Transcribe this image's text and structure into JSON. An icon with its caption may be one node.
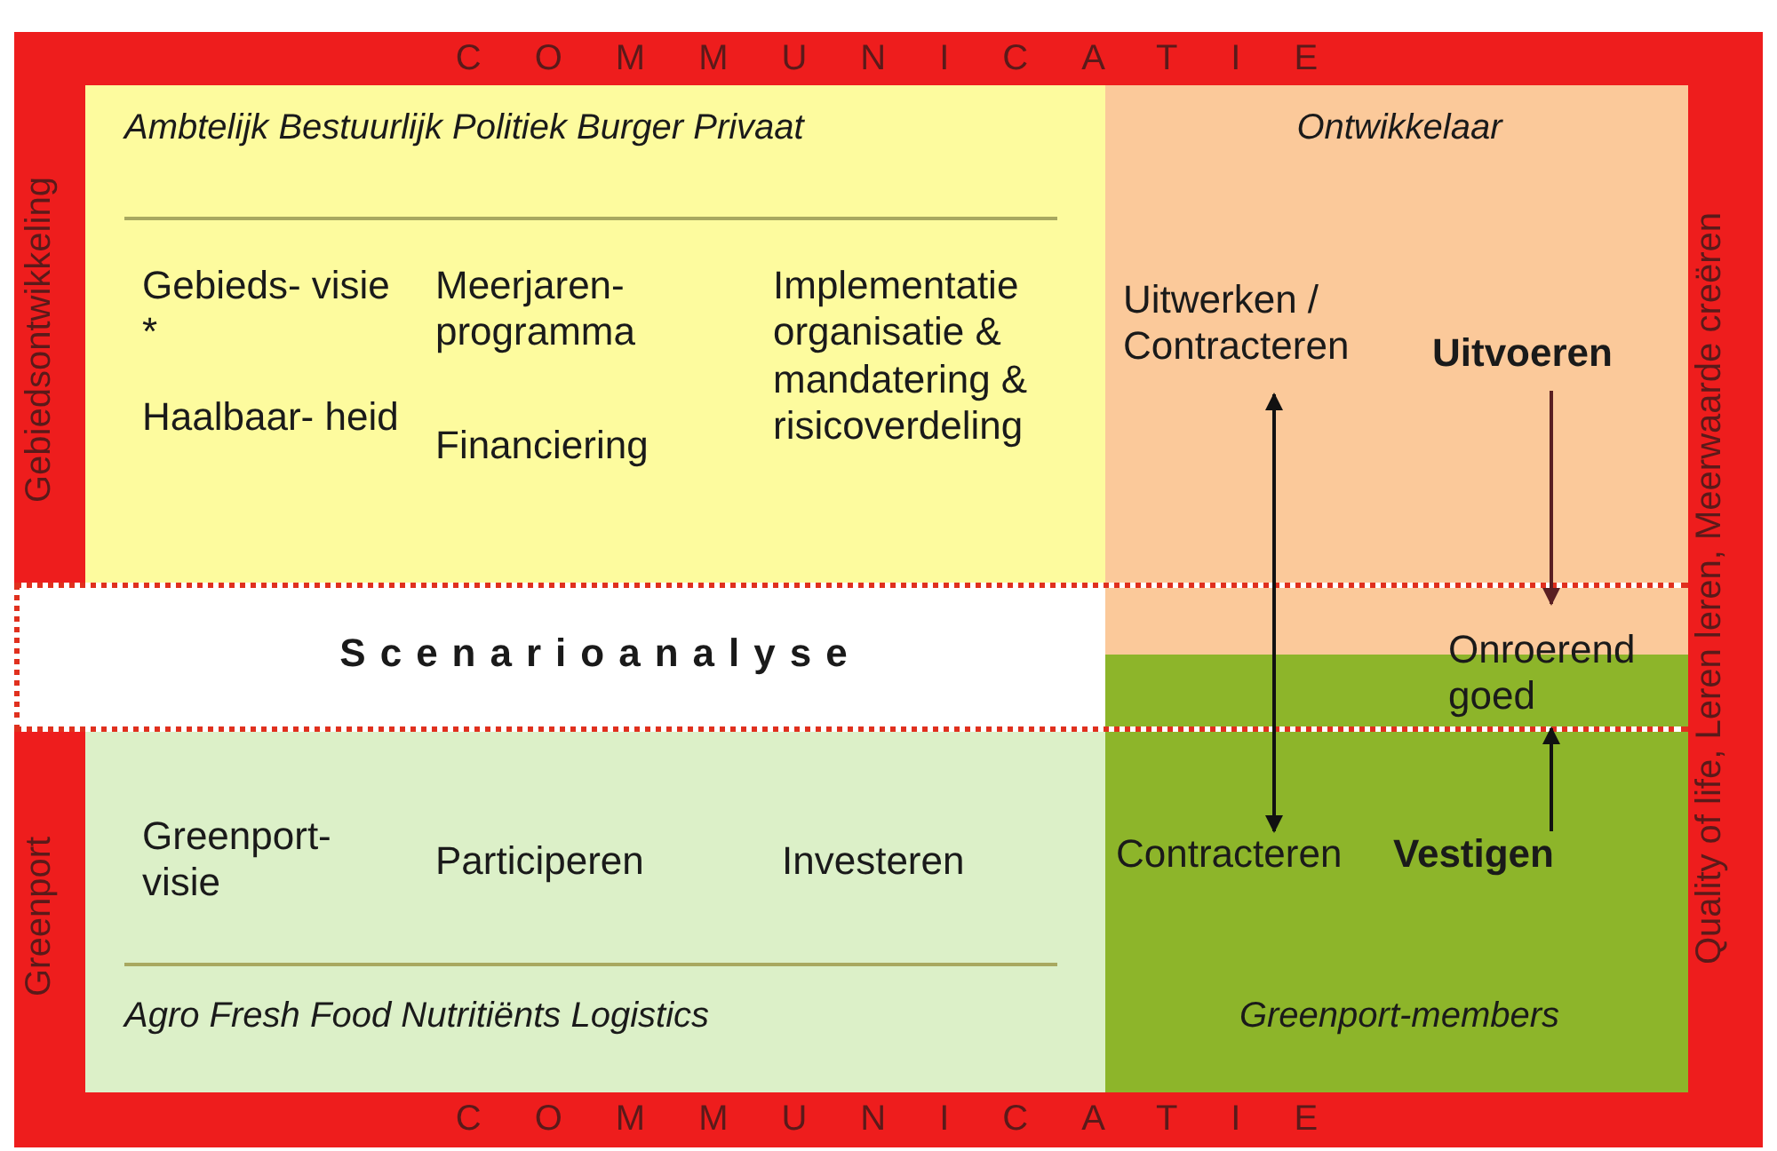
{
  "diagram": {
    "nodes": [
      {
        "text": [
          "COMMUNICATIE",
          "Gebiedsontwikkeling",
          "Quality of life, Leren leren, Meerwaarde creëren",
          "Greenport",
          "COMMUNICATIE"
        ]
      },
      {
        "text": [
          "Ambtelijk Bestuurlijk Politiek Burger Privaat",
          "Gebieds- visie *",
          "Haalbaar- heid",
          "Meerjaren- programma",
          "Financiering",
          "Implementatie organisatie & mandatering & risicoverdeling"
        ],
        "in": 0
      },
      {
        "text": [
          "Ontwikkelaar"
        ],
        "in": 0
      },
      {
        "text": [
          "Uitwerken / Contracteren"
        ],
        "in": 2
      },
      {
        "text": [
          "Uitvoeren"
        ],
        "in": 2
      },
      {
        "text": [
          "Scenarioanalyse"
        ],
        "in": 0
      },
      {
        "text": [
          "Onroerend goed"
        ],
        "in": 5
      },
      {
        "text": [
          "Greenport- visie",
          "Participeren",
          "Investeren",
          "Agro Fresh Food Nutritiënts Logistics"
        ],
        "in": 0
      },
      {
        "text": [
          "Greenport-members"
        ],
        "in": 0
      },
      {
        "text": [
          "Contracteren"
        ],
        "in": 8
      },
      {
        "text": [
          "Vestigen"
        ],
        "in": 8
      }
    ],
    "edges": [
      {
        "from": 3,
        "to": 9,
        "arrow": "both"
      },
      {
        "from": 4,
        "to": 6,
        "arrow": "to",
        "color": "#5a1f22"
      },
      {
        "from": 10,
        "to": 6,
        "arrow": "to"
      }
    ]
  }
}
